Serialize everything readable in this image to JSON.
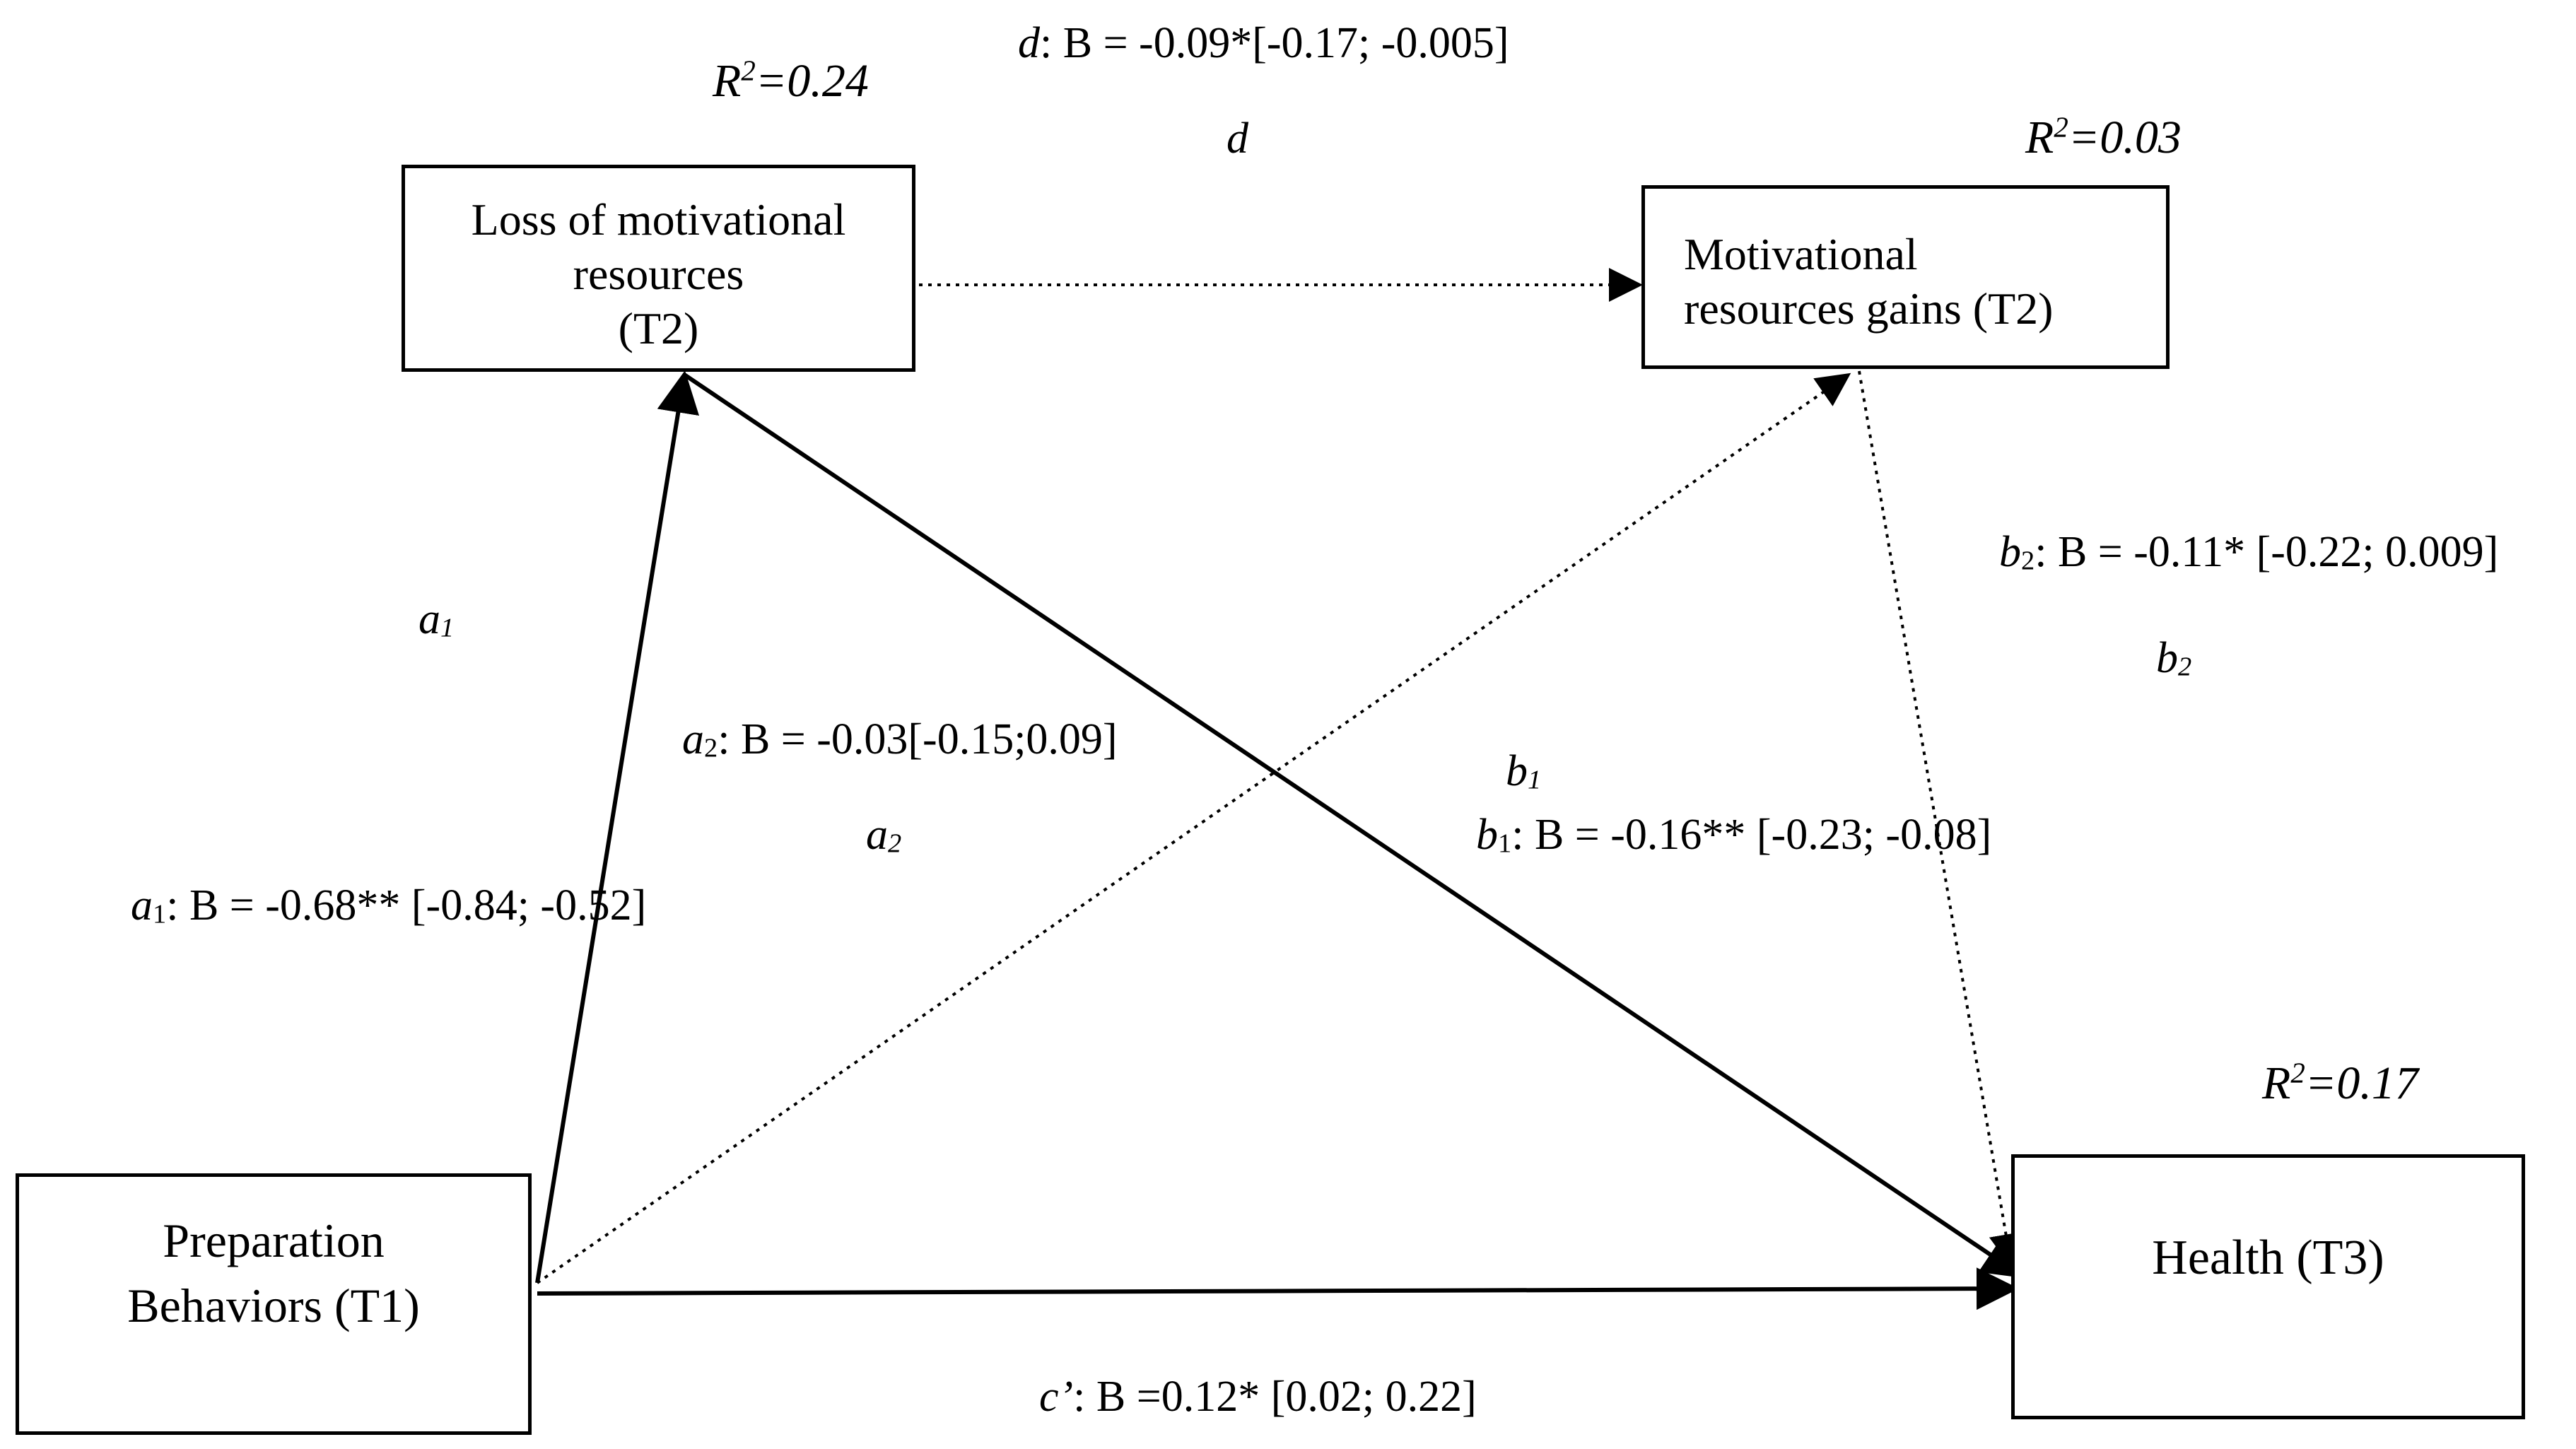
{
  "nodes": {
    "preparation": {
      "line1": "Preparation",
      "line2": "Behaviors (T1)"
    },
    "loss": {
      "line1": "Loss of motivational",
      "line2": "resources",
      "line3": "(T2)"
    },
    "gains": {
      "line1": "Motivational",
      "line2": "resources gains (T2)"
    },
    "health": {
      "label": "Health (T3)"
    }
  },
  "r_squared": {
    "loss": "=0.24",
    "gains": "=0.03",
    "health": "=0.17",
    "symbol": "R",
    "power": "2"
  },
  "paths": {
    "a1": {
      "letter": "a",
      "sub": "1",
      "stat": ": B = -0.68** [-0.84; -0.52]",
      "style": "solid"
    },
    "a2": {
      "letter": "a",
      "sub": "2",
      "stat": ": B = -0.03[-0.15;0.09]",
      "style": "dotted"
    },
    "b1": {
      "letter": "b",
      "sub": "1",
      "stat": ": B = -0.16** [-0.23; -0.08]",
      "style": "solid"
    },
    "b2": {
      "letter": "b",
      "sub": "2",
      "stat": ": B = -0.11* [-0.22; 0.009]",
      "style": "dotted"
    },
    "d": {
      "letter": "d",
      "stat": ": B = -0.09*[-0.17; -0.005]",
      "style": "dotted"
    },
    "c_prime": {
      "letter": "c’",
      "stat": ": B =0.12* [0.02; 0.22]",
      "style": "solid"
    }
  },
  "colors": {
    "line": "#000000",
    "background": "#ffffff"
  }
}
